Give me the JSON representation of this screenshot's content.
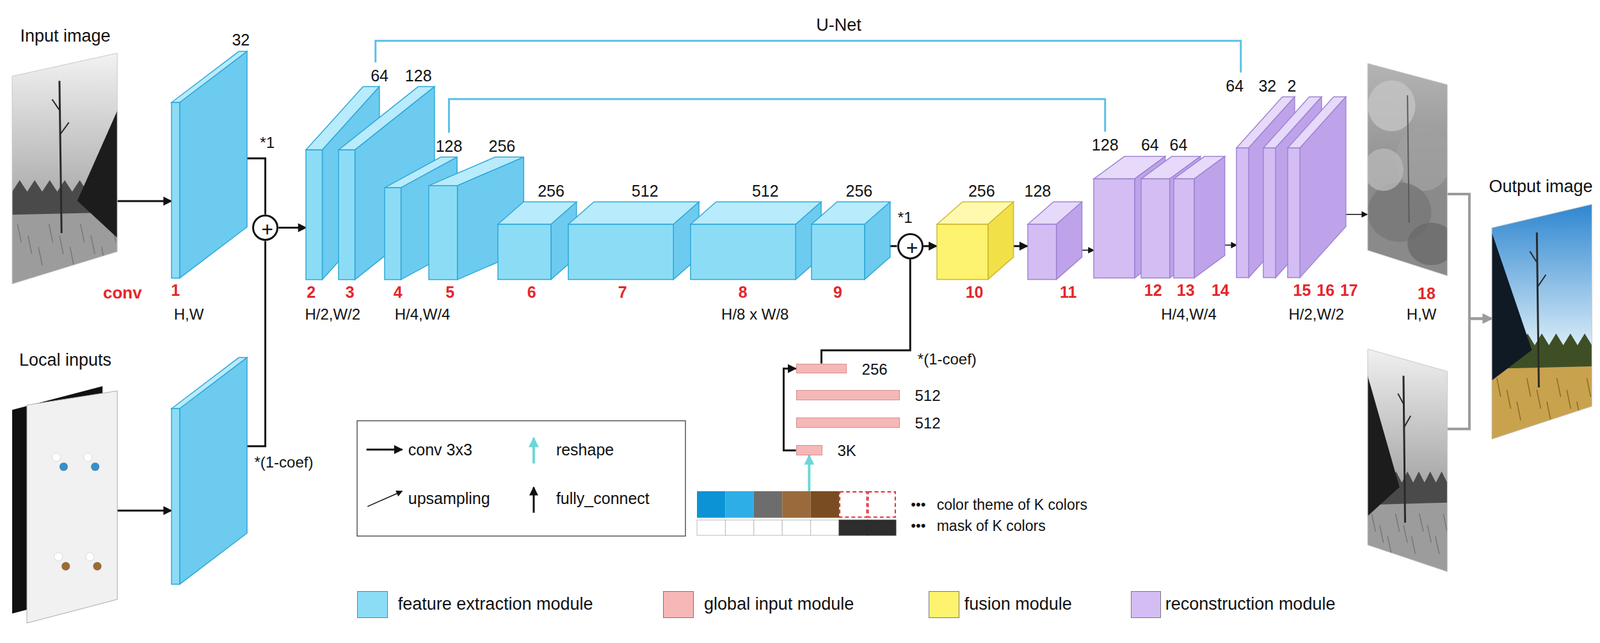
{
  "diagram": {
    "nodes": [
      {
        "text": [
          "Input image"
        ]
      },
      {
        "text": [
          "Local inputs"
        ]
      },
      {
        "text": [
          "32",
          "1"
        ]
      },
      {
        "text": []
      },
      {
        "text": [
          "+"
        ]
      },
      {
        "text": [
          "64",
          "2"
        ]
      },
      {
        "text": [
          "128",
          "3"
        ]
      },
      {
        "text": [
          "128",
          "4"
        ]
      },
      {
        "text": [
          "256",
          "5"
        ]
      },
      {
        "text": [
          "256",
          "6"
        ]
      },
      {
        "text": [
          "512",
          "7"
        ]
      },
      {
        "text": [
          "512",
          "8"
        ]
      },
      {
        "text": [
          "256",
          "9"
        ]
      },
      {
        "text": [
          "+"
        ]
      },
      {
        "text": [
          "256",
          "10"
        ]
      },
      {
        "text": [
          "128",
          "11"
        ]
      },
      {
        "text": [
          "128",
          "12"
        ]
      },
      {
        "text": [
          "64",
          "13"
        ]
      },
      {
        "text": [
          "64",
          "14"
        ]
      },
      {
        "text": [
          "64",
          "15"
        ]
      },
      {
        "text": [
          "32",
          "16"
        ]
      },
      {
        "text": [
          "2",
          "17"
        ]
      },
      {
        "text": [
          "18"
        ]
      },
      {
        "text": []
      },
      {
        "text": [
          "Output image"
        ]
      },
      {
        "text": [
          "256"
        ]
      },
      {
        "text": [
          "512"
        ]
      },
      {
        "text": [
          "512"
        ]
      },
      {
        "text": [
          "3K"
        ]
      },
      {
        "text": [
          "color theme of K colors"
        ]
      },
      {
        "text": [
          "mask of K colors"
        ]
      }
    ],
    "edges": [
      {
        "from": 0,
        "to": 2,
        "arrow": "to"
      },
      {
        "from": 1,
        "to": 3,
        "arrow": "to"
      },
      {
        "from": 2,
        "to": 4,
        "label": "*1",
        "arrow": "none"
      },
      {
        "from": 3,
        "to": 4,
        "label": "*(1-coef)",
        "arrow": "none"
      },
      {
        "from": 4,
        "to": 5,
        "arrow": "to"
      },
      {
        "from": 5,
        "to": 19,
        "label": "U-Net",
        "arrow": "none"
      },
      {
        "from": 7,
        "to": 16,
        "arrow": "none"
      },
      {
        "from": 12,
        "to": 13,
        "label": "*1",
        "arrow": "none"
      },
      {
        "from": 25,
        "to": 13,
        "label": "*(1-coef)",
        "arrow": "none"
      },
      {
        "from": 13,
        "to": 14,
        "arrow": "to"
      },
      {
        "from": 14,
        "to": 15,
        "arrow": "to"
      },
      {
        "from": 15,
        "to": 16,
        "arrow": "to"
      },
      {
        "from": 18,
        "to": 19,
        "arrow": "to"
      },
      {
        "from": 21,
        "to": 22,
        "arrow": "to"
      },
      {
        "from": 22,
        "to": 24,
        "arrow": "to"
      },
      {
        "from": 23,
        "to": 24,
        "arrow": "to"
      },
      {
        "from": 28,
        "to": 25,
        "arrow": "to"
      },
      {
        "from": 29,
        "to": 28,
        "arrow": "to"
      }
    ],
    "labels": [
      "conv",
      "H,W",
      "H/2,W/2",
      "H/4,W/4",
      "H/8 x W/8",
      "H/4,W/4",
      "H/2,W/2",
      "H,W",
      "•••",
      "•••"
    ],
    "legend": [
      {
        "text": "conv 3x3"
      },
      {
        "text": "reshape"
      },
      {
        "text": "upsampling"
      },
      {
        "text": "fully_connect"
      },
      {
        "text": "feature extraction module",
        "color": "#8ddcf6"
      },
      {
        "text": "global input module",
        "color": "#f6b7b7"
      },
      {
        "text": "fusion module",
        "color": "#fef36e"
      },
      {
        "text": "reconstruction module",
        "color": "#d3bdf3"
      }
    ]
  }
}
